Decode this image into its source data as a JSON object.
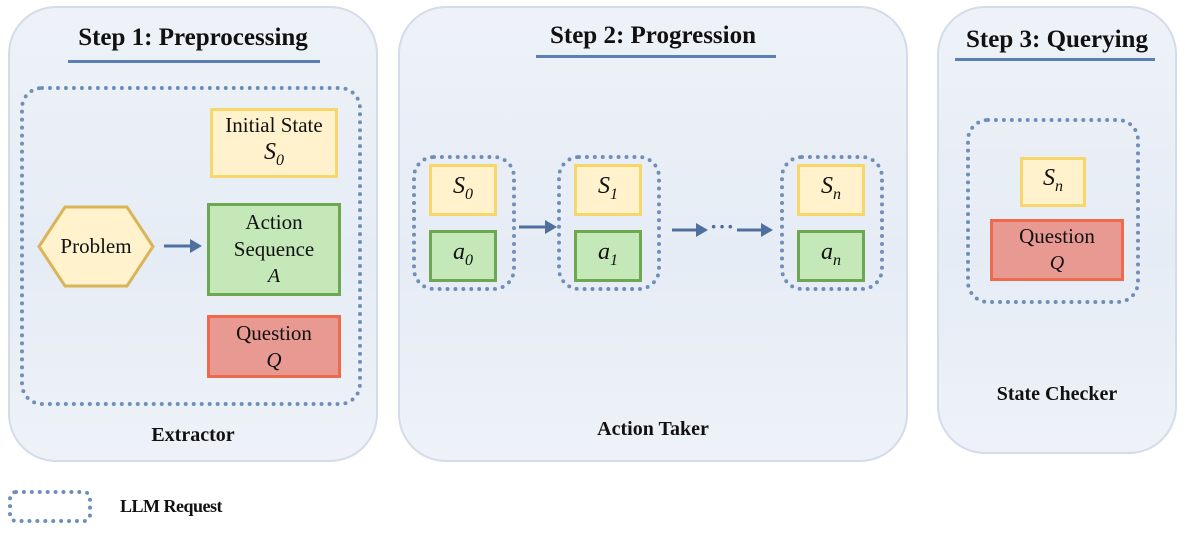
{
  "step1": {
    "title": "Step 1: Preprocessing",
    "caption": "Extractor",
    "initial_state": {
      "label": "Initial State",
      "symbol": "S",
      "sub": "0"
    },
    "problem": "Problem",
    "action_sequence": {
      "line1": "Action",
      "line2": "Sequence",
      "symbol": "A"
    },
    "question": {
      "label": "Question",
      "symbol": "Q"
    }
  },
  "step2": {
    "title": "Step 2: Progression",
    "caption": "Action Taker",
    "ellipsis": "···",
    "groups": [
      {
        "state_symbol": "S",
        "state_sub": "0",
        "action_symbol": "a",
        "action_sub": "0"
      },
      {
        "state_symbol": "S",
        "state_sub": "1",
        "action_symbol": "a",
        "action_sub": "1"
      },
      {
        "state_symbol": "S",
        "state_sub": "n",
        "action_symbol": "a",
        "action_sub": "n"
      }
    ]
  },
  "step3": {
    "title": "Step 3: Querying",
    "caption": "State Checker",
    "state": {
      "symbol": "S",
      "sub": "n"
    },
    "question": {
      "label": "Question",
      "symbol": "Q"
    }
  },
  "legend": {
    "label": "LLM Request"
  },
  "colors": {
    "panel_border": "#d4dcea",
    "panel_fill": "#e9eef6",
    "underline": "#5b7fb3",
    "dotted": "#6f8fba",
    "arrow": "#4f6f9f",
    "state_fill": "#fff2cc",
    "state_border": "#f7d66b",
    "action_fill": "#c4e8b8",
    "action_border": "#6ca84f",
    "question_fill": "#e89a92",
    "question_border": "#ed6a4c",
    "hexagon_fill": "#fff2cc",
    "hexagon_border": "#d9b458"
  }
}
